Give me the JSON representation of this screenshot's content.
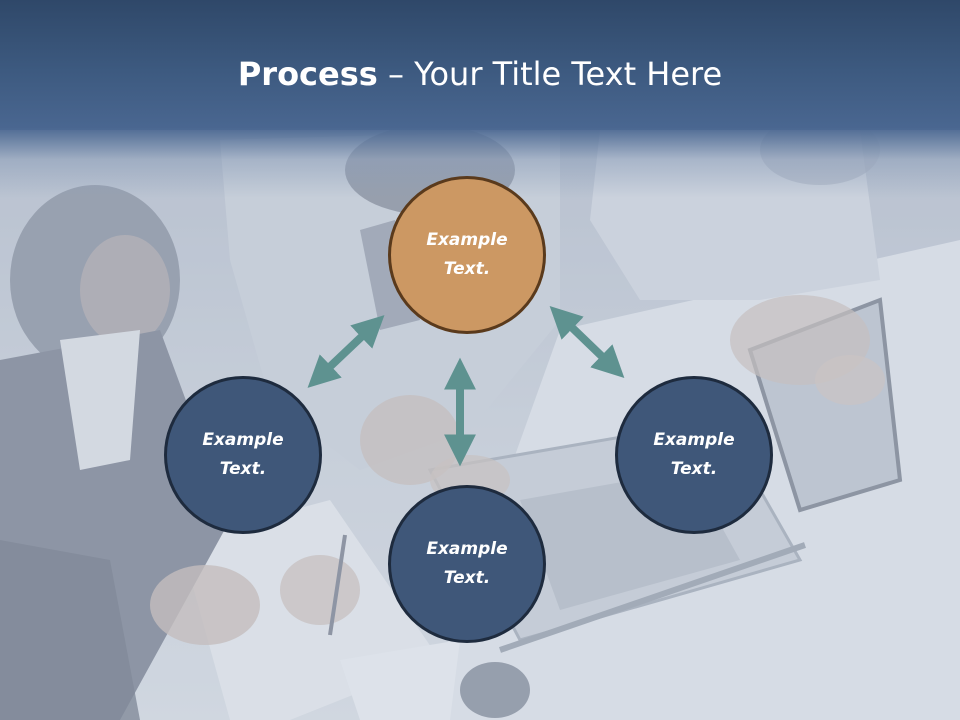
{
  "title": {
    "bold_part": "Process",
    "separator": " – ",
    "rest": "Your Title Text Here"
  },
  "nodes": {
    "top": {
      "label": "Example Text.",
      "color": "#cc9863"
    },
    "left": {
      "label": "Example Text.",
      "color": "#3f5779"
    },
    "bottom": {
      "label": "Example Text.",
      "color": "#3f5779"
    },
    "right": {
      "label": "Example Text.",
      "color": "#3f5779"
    }
  },
  "colors": {
    "title_band": "#3d5a80",
    "arrow": "#5e9290"
  }
}
